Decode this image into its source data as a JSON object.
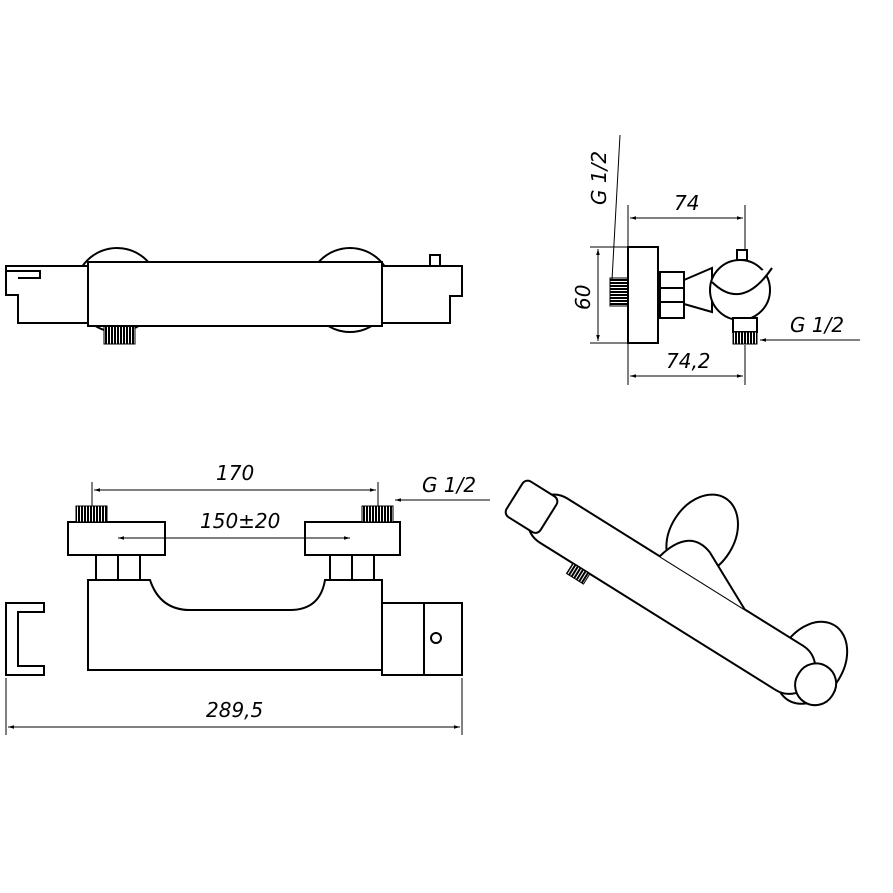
{
  "dimensions": {
    "side_thread_top": "G 1/2",
    "side_depth_top": "74",
    "side_height": "60",
    "side_depth_bottom": "74,2",
    "side_thread_outlet": "G 1/2",
    "front_center_distance": "170",
    "front_adjust_range": "150±20",
    "front_thread": "G 1/2",
    "total_length": "289,5"
  },
  "colors": {
    "line": "#000000",
    "background": "#ffffff"
  }
}
